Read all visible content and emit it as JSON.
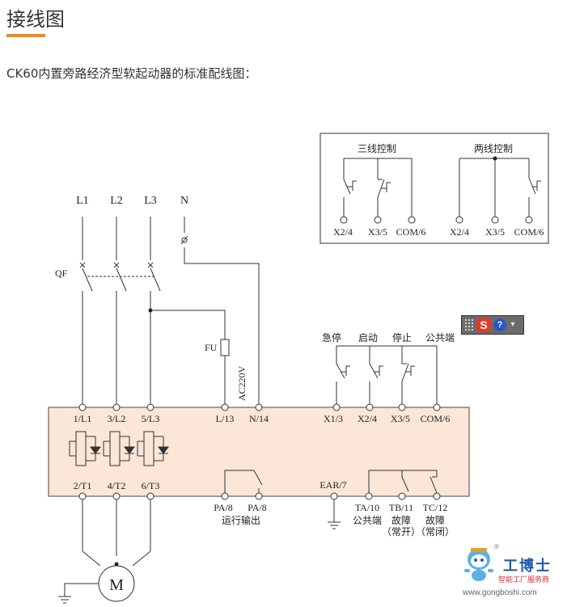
{
  "header": {
    "title": "接线图",
    "subtitle": "CK60内置旁路经济型软起动器的标准配线图：",
    "accent_color": "#f08a1c"
  },
  "diagram": {
    "box_fill": "#fbe6d7",
    "supply": [
      "L1",
      "L2",
      "L3",
      "N"
    ],
    "breaker_label": "QF",
    "fuse_label": "FU",
    "control_voltage": "AC220V",
    "inputs": [
      "1/L1",
      "3/L2",
      "5/L3",
      "L/13",
      "N/14",
      "X1/3",
      "X2/4",
      "X3/5",
      "COM/6"
    ],
    "outputs": [
      "2/T1",
      "4/T2",
      "6/T3",
      "PA/8",
      "PA/8",
      "EAR/7",
      "TA/10",
      "TB/11",
      "TC/12"
    ],
    "run_output_label": "运行输出",
    "fault_labels": {
      "common": "公共端",
      "fault": "故障",
      "normally_open": "（常开）",
      "normally_closed": "（常闭）"
    },
    "control_buttons": [
      "急停",
      "启动",
      "停止",
      "公共端"
    ],
    "motor_label": "M",
    "inset": {
      "three_wire_title": "三线控制",
      "two_wire_title": "两线控制",
      "three_wire_terminals": [
        "X2/4",
        "X3/5",
        "COM/6"
      ],
      "two_wire_terminals": [
        "X2/4",
        "X3/5",
        "COM/6"
      ]
    }
  },
  "toolbar": {
    "s_icon": "S",
    "help_icon": "?",
    "menu_icon": "▾"
  },
  "watermark": {
    "brand": "工博士",
    "slogan": "智能工厂服务商",
    "url": "www.gongboshi.com",
    "registered": "®"
  }
}
